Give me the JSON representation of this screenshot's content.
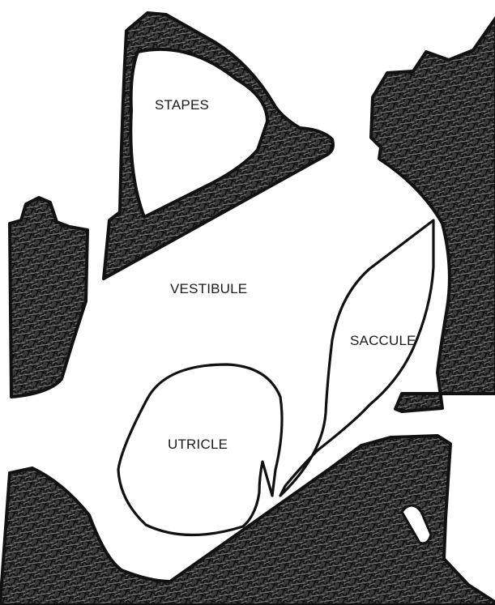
{
  "labels": {
    "stapes": "STAPES",
    "vestibule": "VESTIBULE",
    "saccule": "SACCULE",
    "utricle": "UTRICLE"
  },
  "colors": {
    "bone_fill": "#2a2a2a",
    "bone_outline": "#111111",
    "background": "#ffffff"
  }
}
